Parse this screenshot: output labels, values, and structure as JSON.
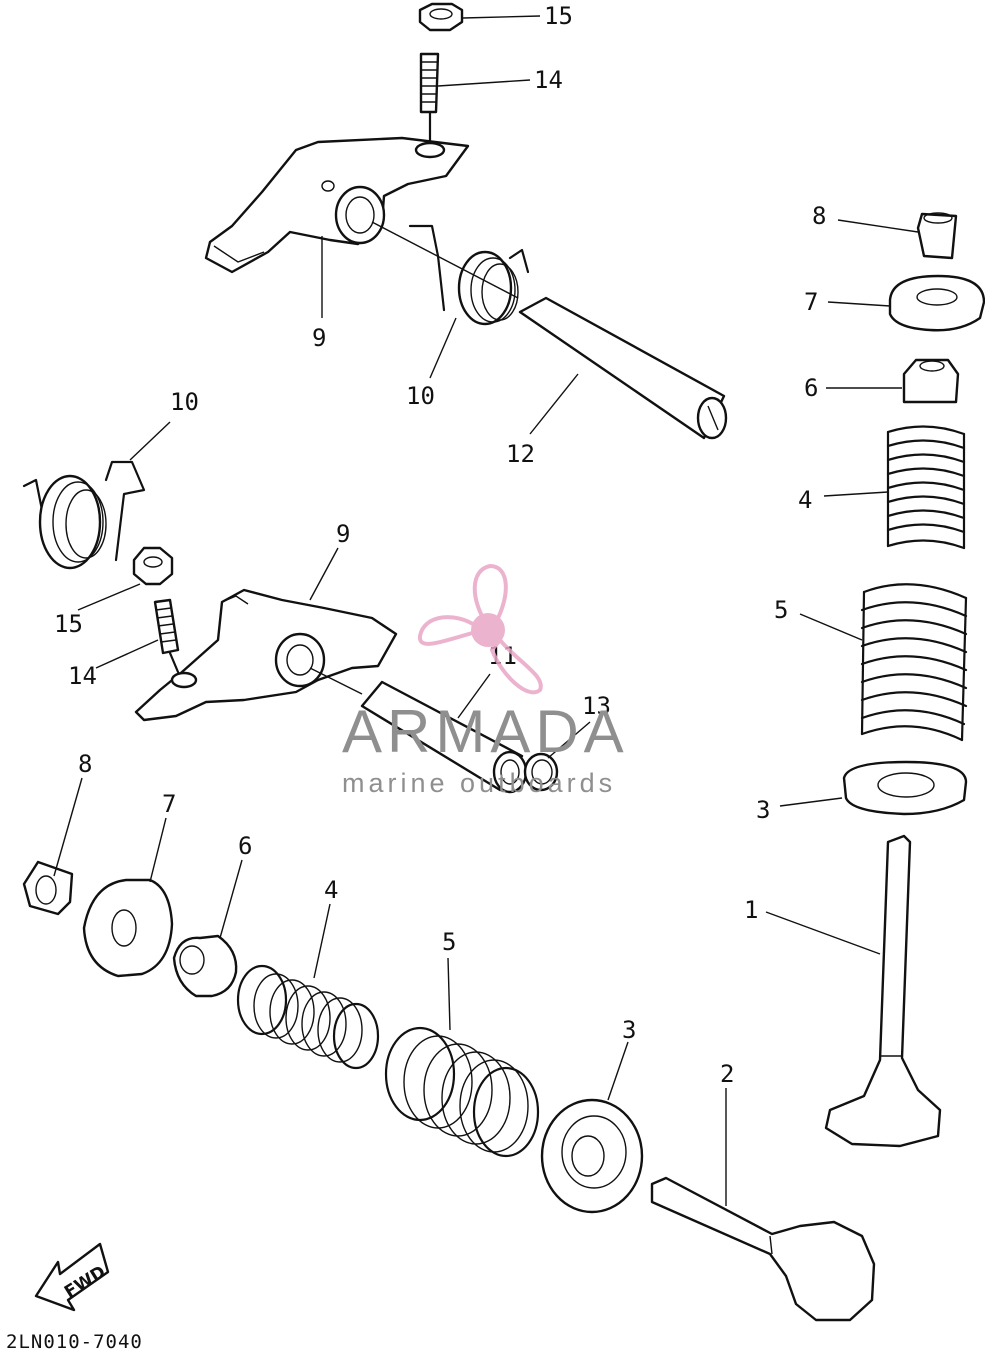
{
  "diagram": {
    "code": "2LN010-7040",
    "fwd_label": "FWD",
    "watermark": {
      "brand": "ARMADA",
      "tagline": "marine outboards",
      "accent_color": "#e9a6c7"
    },
    "callouts": [
      {
        "id": "c15a",
        "text": "15"
      },
      {
        "id": "c14a",
        "text": "14"
      },
      {
        "id": "c9a",
        "text": "9"
      },
      {
        "id": "c10a",
        "text": "10"
      },
      {
        "id": "c12",
        "text": "12"
      },
      {
        "id": "c10b",
        "text": "10"
      },
      {
        "id": "c9b",
        "text": "9"
      },
      {
        "id": "c15b",
        "text": "15"
      },
      {
        "id": "c14b",
        "text": "14"
      },
      {
        "id": "c11",
        "text": "11"
      },
      {
        "id": "c13",
        "text": "13"
      },
      {
        "id": "c8r",
        "text": "8"
      },
      {
        "id": "c7r",
        "text": "7"
      },
      {
        "id": "c6r",
        "text": "6"
      },
      {
        "id": "c4r",
        "text": "4"
      },
      {
        "id": "c5r",
        "text": "5"
      },
      {
        "id": "c3r",
        "text": "3"
      },
      {
        "id": "c1",
        "text": "1"
      },
      {
        "id": "c8l",
        "text": "8"
      },
      {
        "id": "c7l",
        "text": "7"
      },
      {
        "id": "c6l",
        "text": "6"
      },
      {
        "id": "c4l",
        "text": "4"
      },
      {
        "id": "c5l",
        "text": "5"
      },
      {
        "id": "c3l",
        "text": "3"
      },
      {
        "id": "c2",
        "text": "2"
      }
    ]
  }
}
